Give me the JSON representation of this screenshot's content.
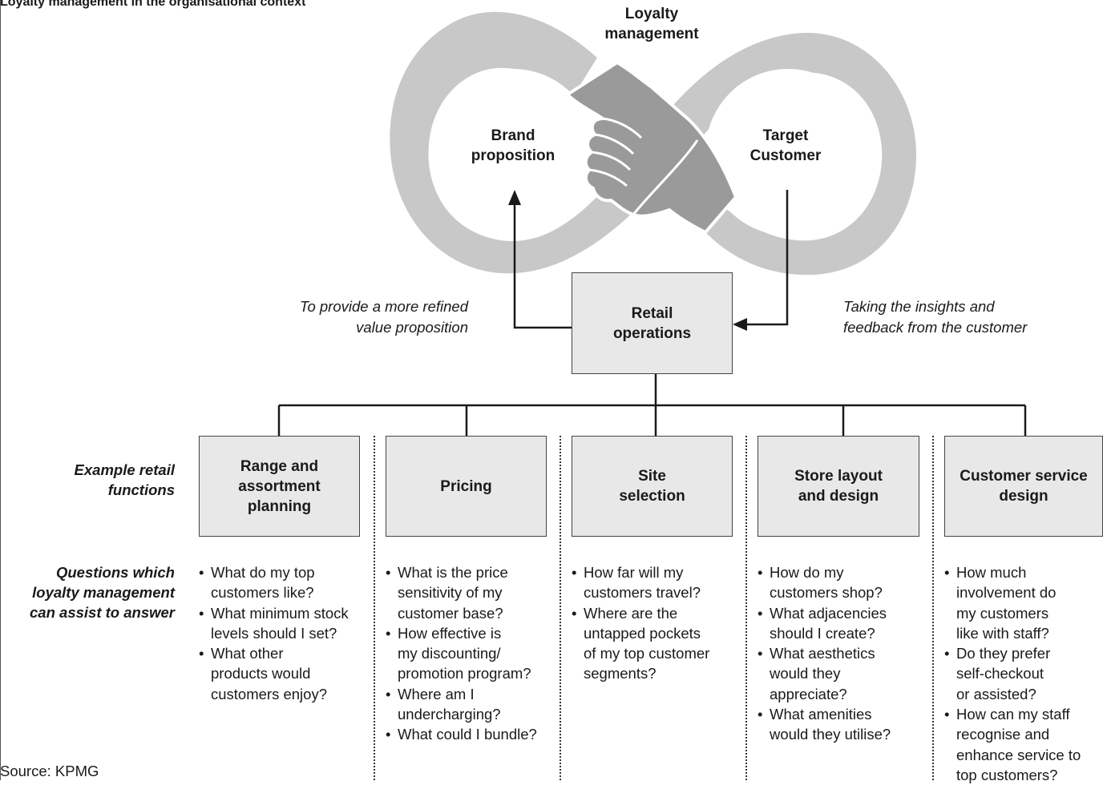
{
  "title": "Loyalty management in the organisational context",
  "top_label": [
    "Loyalty",
    "management"
  ],
  "brand_label": [
    "Brand",
    "proposition"
  ],
  "target_label": [
    "Target",
    "Customer"
  ],
  "retail_box": [
    "Retail",
    "operations"
  ],
  "left_note": [
    "To provide a more refined",
    "value proposition"
  ],
  "right_note": [
    "Taking the insights and",
    "feedback from the customer"
  ],
  "row_labels": {
    "functions": [
      "Example retail",
      "functions"
    ],
    "questions": [
      "Questions which",
      "loyalty management",
      "can assist to answer"
    ]
  },
  "functions": [
    {
      "name": [
        "Range and",
        "assortment",
        "planning"
      ],
      "questions": [
        [
          "What do my top",
          "customers like?"
        ],
        [
          "What minimum stock",
          "levels should I set?"
        ],
        [
          "What other",
          "products would",
          "customers enjoy?"
        ]
      ]
    },
    {
      "name": [
        "Pricing"
      ],
      "questions": [
        [
          "What is the price",
          "sensitivity of my",
          "customer base?"
        ],
        [
          "How effective is",
          "my discounting/",
          "promotion program?"
        ],
        [
          "Where am I",
          "undercharging?"
        ],
        [
          "What could I bundle?"
        ]
      ]
    },
    {
      "name": [
        "Site",
        "selection"
      ],
      "questions": [
        [
          "How far will my",
          "customers travel?"
        ],
        [
          "Where are the",
          "untapped pockets",
          "of my top customer",
          "segments?"
        ]
      ]
    },
    {
      "name": [
        "Store layout",
        "and design"
      ],
      "questions": [
        [
          "How do my",
          "customers shop?"
        ],
        [
          "What adjacencies",
          "should I create?"
        ],
        [
          "What aesthetics",
          "would they",
          "appreciate?"
        ],
        [
          "What amenities",
          "would they utilise?"
        ]
      ]
    },
    {
      "name": [
        "Customer service",
        "design"
      ],
      "questions": [
        [
          "How much",
          "involvement do",
          "my customers",
          "like with staff?"
        ],
        [
          "Do they prefer",
          "self-checkout",
          "or assisted?"
        ],
        [
          "How can my staff",
          "recognise and",
          "enhance service to",
          "top customers?"
        ]
      ]
    }
  ],
  "source": "Source: KPMG",
  "colors": {
    "infinity": "#c8c8c8",
    "hand": "#9a9a9a",
    "box_fill": "#e8e8e8",
    "line": "#1a1a1a"
  },
  "icons": {
    "handshake": "handshake-icon",
    "arrow": "arrow-icon"
  }
}
